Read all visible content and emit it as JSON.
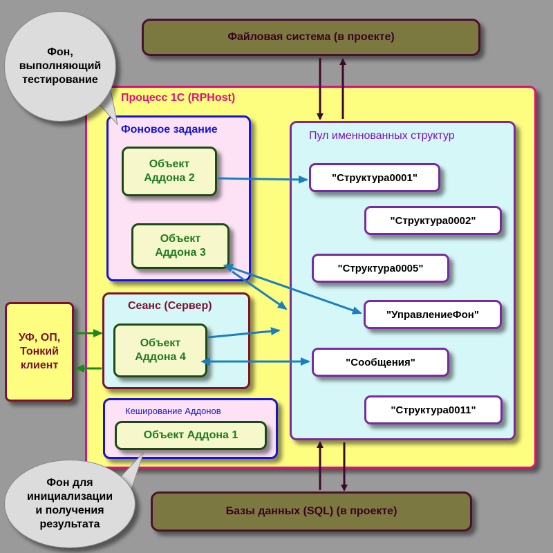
{
  "filesystem": {
    "label": "Файловая система (в проекте)"
  },
  "databases": {
    "label": "Базы данных (SQL) (в проекте)"
  },
  "process": {
    "title": "Процесс 1С (RPHost)"
  },
  "background_task": {
    "title": "Фоновое задание"
  },
  "session": {
    "title": "Сеанс (Сервер)"
  },
  "cache": {
    "title": "Кеширование Аддонов"
  },
  "pool": {
    "title": "Пул именнованных структур"
  },
  "addons": {
    "addon2": "Объект\nАддона 2",
    "addon3": "Объект\nАддона 3",
    "addon4": "Объект\nАддона 4",
    "addon1": "Объект Аддона 1"
  },
  "structures": {
    "s0001": "\"Структура0001\"",
    "s0002": "\"Структура0002\"",
    "s0005": "\"Структура0005\"",
    "control": "\"УправлениеФон\"",
    "messages": "\"Сообщения\"",
    "s0011": "\"Структура0011\""
  },
  "client": {
    "label": "УФ, ОП,\nТонкий\nклиент"
  },
  "bubbles": {
    "top": "Фон,\nвыполняющий\nтестирование",
    "bottom": "Фон для\nинициализации\nи  получения\nрезультата"
  },
  "colors": {
    "background": "#9a9a9a",
    "olive_box": "#7c7940",
    "process_fill": "#fdfd80",
    "process_border": "#e0107a",
    "task_border": "#1515d8",
    "pool_border": "#7a2aa0",
    "addon_text": "#1f7a1f",
    "arrow_blue": "#1a7fbf",
    "arrow_green": "#1a8a1a",
    "arrow_dark": "#3a0a2a"
  }
}
